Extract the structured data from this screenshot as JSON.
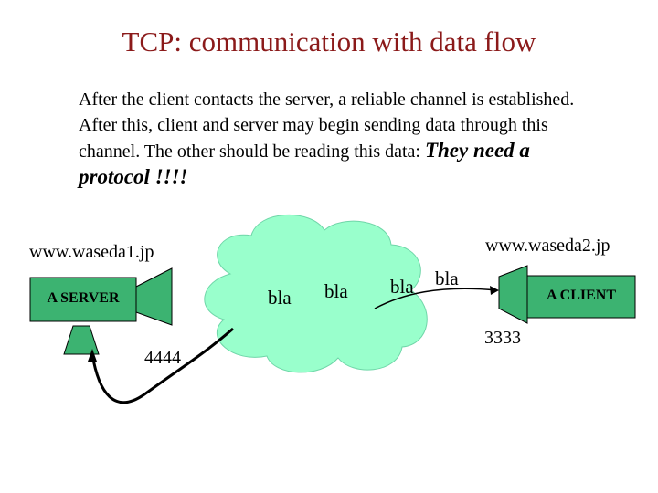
{
  "title": "TCP: communication with data flow",
  "description": {
    "text": "After the client contacts the server, a reliable channel is established. After this, client and server may begin sending data through this channel. The other should be reading this data: ",
    "emphasis": "They need a protocol !!!!"
  },
  "server": {
    "host": "www.waseda1.jp",
    "label": "A SERVER",
    "port": "4444"
  },
  "client": {
    "host": "www.waseda2.jp",
    "label": "A CLIENT",
    "port": "3333"
  },
  "data_words": [
    "bla",
    "bla",
    "bla",
    "bla"
  ],
  "colors": {
    "title": "#8b1a1a",
    "node_fill": "#3cb371",
    "cloud_fill": "#99ffcc",
    "stroke": "#000000"
  }
}
